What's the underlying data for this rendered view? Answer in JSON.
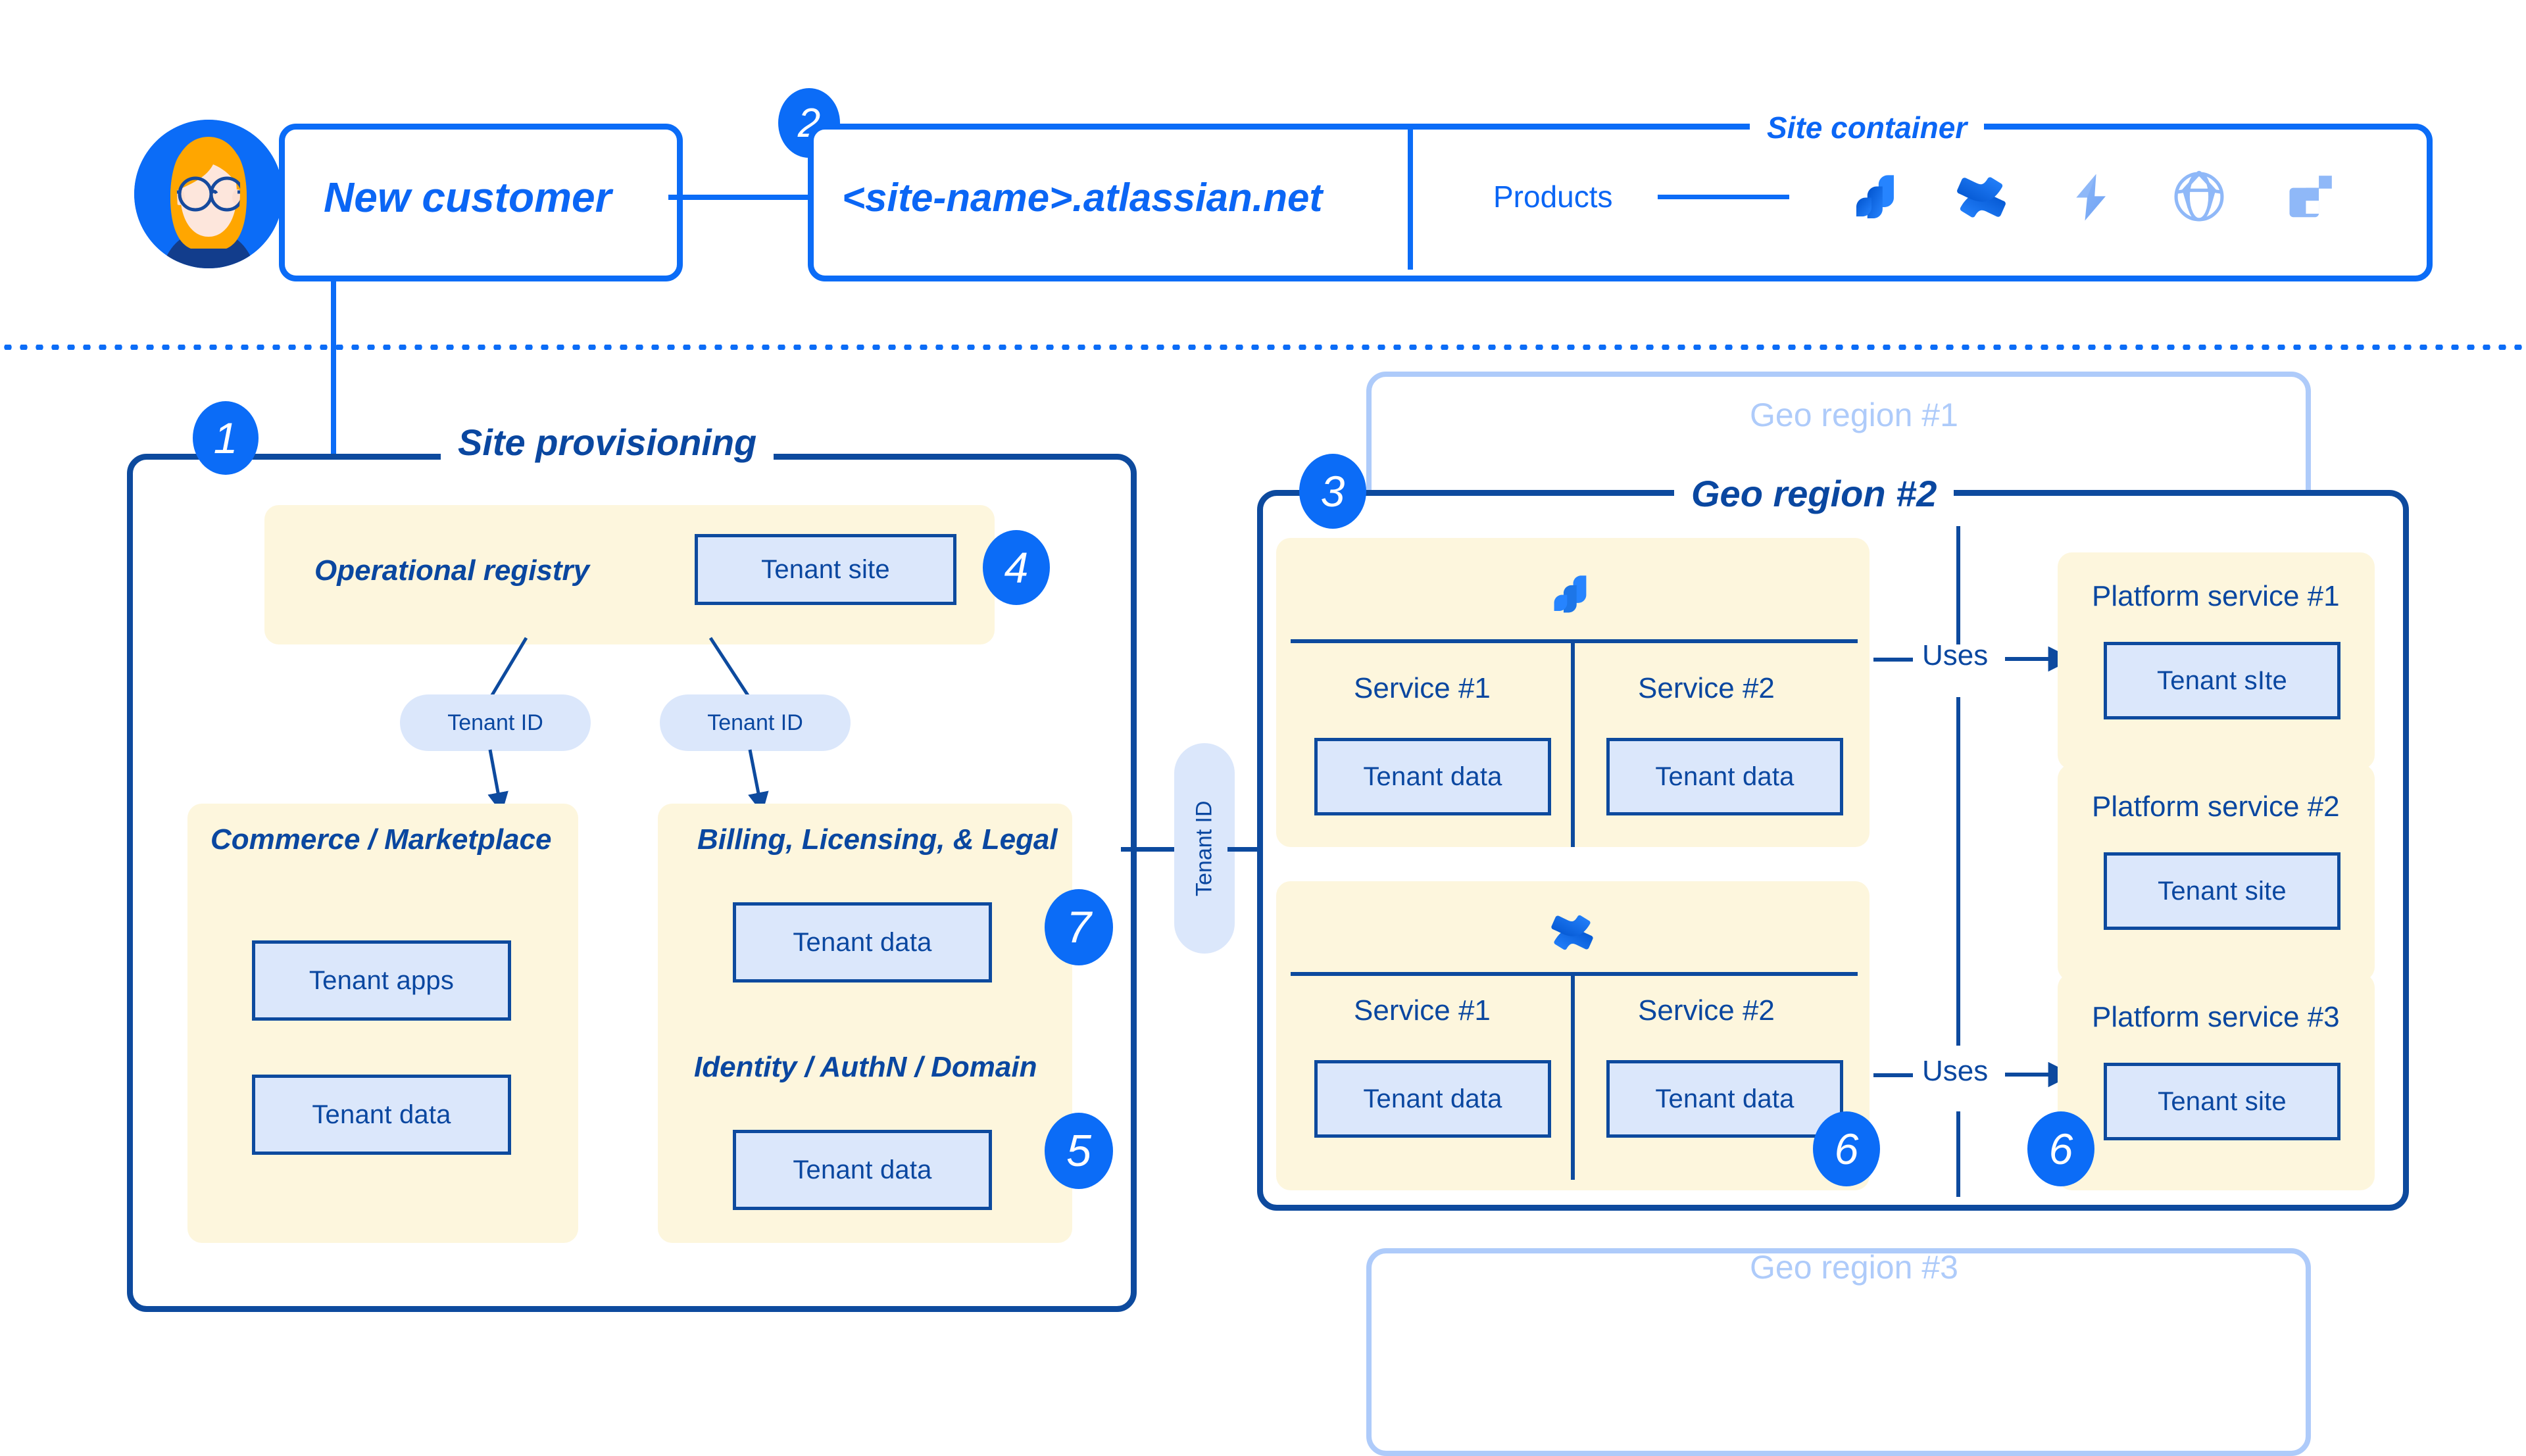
{
  "meta": {
    "accent_blue": "#0b6cf7",
    "deep_blue": "#0d4a9e",
    "cream": "#fdf6dd",
    "chip_fill": "#dbe7fb",
    "ghost_blue": "#aecbfa"
  },
  "customer": {
    "label": "New customer",
    "avatar_name": "female-customer-avatar"
  },
  "site_container": {
    "title": "Site container",
    "site_name": "<site-name>.atlassian.net",
    "products_label": "Products",
    "products": [
      {
        "name": "jira-icon",
        "label": "Jira"
      },
      {
        "name": "confluence-icon",
        "label": "Confluence"
      },
      {
        "name": "jira-service-management-icon",
        "label": "Jira Service Management"
      },
      {
        "name": "atlas-globe-icon",
        "label": "Atlas"
      },
      {
        "name": "compass-icon",
        "label": "Compass"
      }
    ]
  },
  "site_provisioning": {
    "title": "Site provisioning",
    "operational_registry": {
      "title": "Operational registry",
      "chip": "Tenant site"
    },
    "tenant_id_left": "Tenant ID",
    "tenant_id_right": "Tenant ID",
    "commerce": {
      "title": "Commerce / Marketplace",
      "chips": [
        "Tenant apps",
        "Tenant data"
      ]
    },
    "billing": {
      "title": "Billing, Licensing, & Legal",
      "chips": [
        "Tenant data"
      ]
    },
    "identity": {
      "title": "Identity / AuthN / Domain",
      "chips": [
        "Tenant data"
      ]
    }
  },
  "bridge": {
    "tenant_id": "Tenant ID"
  },
  "geo_regions": {
    "region1_title": "Geo region #1",
    "region2_title": "Geo region #2",
    "region3_title": "Geo region #3"
  },
  "region2": {
    "product_groups": [
      {
        "icon": "jira-icon",
        "services": [
          {
            "title": "Service #1",
            "chip": "Tenant data"
          },
          {
            "title": "Service #2",
            "chip": "Tenant data"
          }
        ]
      },
      {
        "icon": "confluence-icon",
        "services": [
          {
            "title": "Service #1",
            "chip": "Tenant data"
          },
          {
            "title": "Service #2",
            "chip": "Tenant data"
          }
        ]
      }
    ],
    "uses_label_top": "Uses",
    "uses_label_bottom": "Uses",
    "platform_services": [
      {
        "title": "Platform service #1",
        "chip": "Tenant sIte"
      },
      {
        "title": "Platform service #2",
        "chip": "Tenant site"
      },
      {
        "title": "Platform service #3",
        "chip": "Tenant site"
      }
    ]
  },
  "markers": {
    "m1": "1",
    "m2": "2",
    "m3": "3",
    "m4": "4",
    "m5": "5",
    "m6a": "6",
    "m6b": "6",
    "m7": "7"
  }
}
